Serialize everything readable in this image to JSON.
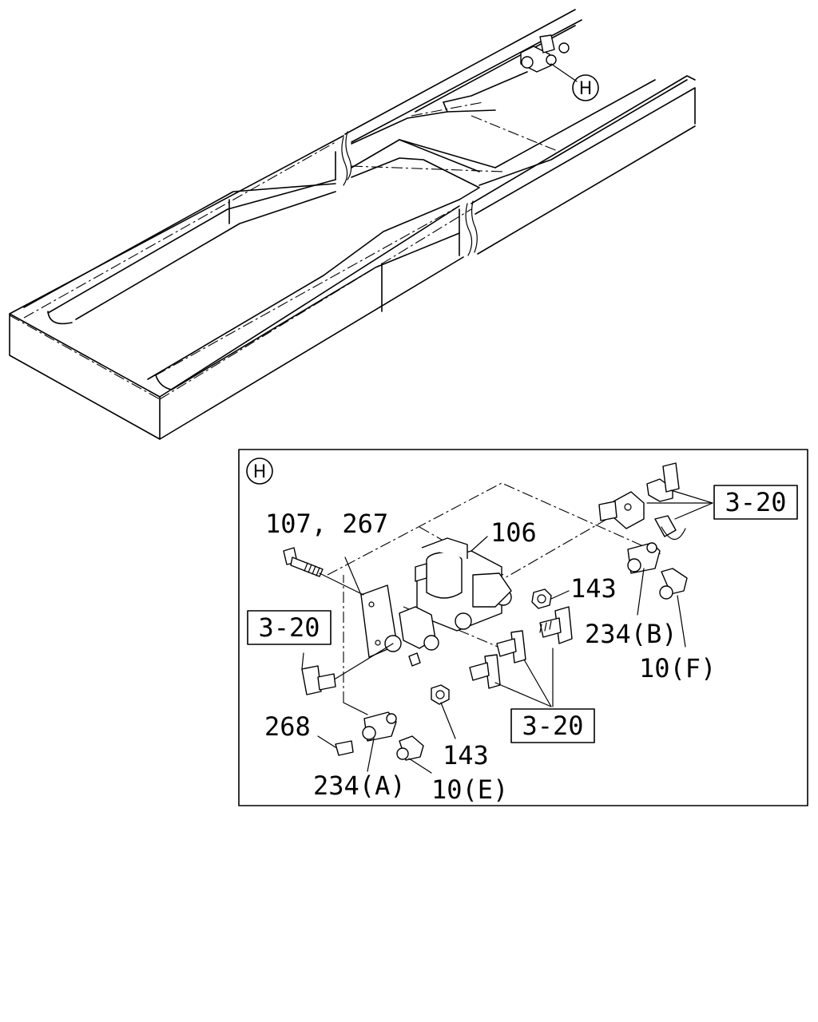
{
  "detail_marker": {
    "letter": "H"
  },
  "detail_panel": {
    "marker": "H",
    "labels": {
      "bolt": "107, 267",
      "valve": "106",
      "nut_upper": "143",
      "nut_lower": "143",
      "tee_b": "234(B)",
      "elbow_f": "10(F)",
      "pin": "268",
      "tee_a": "234(A)",
      "elbow_e": "10(E)"
    },
    "references": {
      "top_right": "3-20",
      "left": "3-20",
      "bottom": "3-20"
    }
  }
}
